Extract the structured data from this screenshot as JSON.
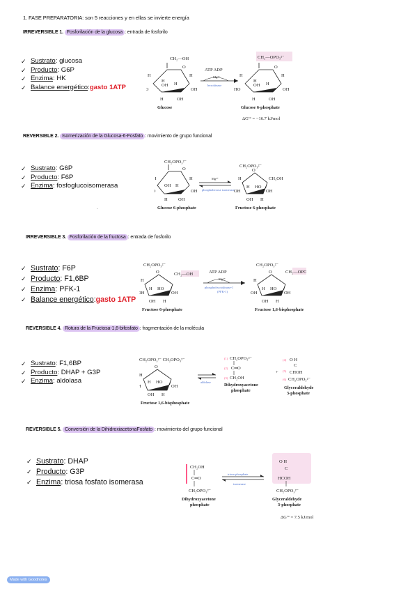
{
  "heading": "1.   FASE PREPARATORIA: son 5 reacciones y en ellas se invierte energía",
  "sections": [
    {
      "type": "IRREVERSIBLE 1.",
      "name": "Fosforilación de la glucosa",
      "desc": ": entrada de fosforilo",
      "items": [
        {
          "label": "Sustrato",
          "value": ": glucosa"
        },
        {
          "label": "Producto",
          "value": ": G6P"
        },
        {
          "label": "Enzima",
          "value": ": HK"
        },
        {
          "label": "Balance energético",
          "value": ": ",
          "red": "gasto 1ATP"
        }
      ],
      "diagram": {
        "substrate": "Glucose",
        "product": "Glucose 6-phosphate",
        "above": "ATP  ADP",
        "cofactor": "Mg²⁺",
        "enzyme": "hexokinase",
        "dg": "ΔG′° = −16.7 kJ/mol"
      }
    },
    {
      "type": "REVERSIBLE 2.",
      "name": "Isomerización de la Glucosa-6-Fosfato",
      "desc": ": movimiento de grupo funcional",
      "items": [
        {
          "label": "Sustrato",
          "value": ": G6P"
        },
        {
          "label": "Producto",
          "value": ": F6P"
        },
        {
          "label": "Enzima",
          "value": ": fosfoglucoisomerasa"
        }
      ],
      "diagram": {
        "substrate": "Glucose 6-phosphate",
        "product": "Fructose 6-phosphate",
        "cofactor": "Mg²⁺",
        "enzyme": "phosphohexose isomerase"
      }
    },
    {
      "type": "IRREVERSIBLE 3.",
      "name": "Fosforilación de la fructosa",
      "desc": ": entrada de fosforilo",
      "items": [
        {
          "label": "Sustrato",
          "value": ": F6P"
        },
        {
          "label": "Producto",
          "value": ": F1,6BP"
        },
        {
          "label": "Enzima",
          "value": ": PFK-1"
        },
        {
          "label": "Balance energético",
          "value": ": ",
          "red": "gasto 1ATP"
        }
      ],
      "diagram": {
        "substrate": "Fructose 6-phosphate",
        "product": "Fructose 1,6-bisphosphate",
        "above": "ATP  ADP",
        "cofactor": "Mg²⁺",
        "enzyme": "phosphofructokinase-1",
        "enzyme2": "(PFK-1)"
      }
    },
    {
      "type": "REVERSIBLE 4.",
      "name": "Rotura de la Fructosa-1,6-bifosfato",
      "desc": ": fragmentación de la molécula",
      "items": [
        {
          "label": "Sustrato",
          "value": ": F1,6BP"
        },
        {
          "label": "Producto",
          "value": ": DHAP + G3P"
        },
        {
          "label": "Enzima",
          "value": ": aldolasa"
        }
      ],
      "diagram": {
        "substrate": "Fructose 1,6-bisphosphate",
        "enzyme": "aldolase",
        "product1": "Dihydroxyacetone",
        "product1b": "phosphate",
        "product2": "Glyceraldehyde",
        "product2b": "3-phosphate"
      }
    },
    {
      "type": "REVERSIBLE 5.",
      "name": "Conversión de la DihidroxiacetonaFosfato",
      "desc": ": movimiento del grupo funcional",
      "items": [
        {
          "label": "Sustrato",
          "value": ": DHAP"
        },
        {
          "label": "Producto",
          "value": ": G3P"
        },
        {
          "label": "Enzima",
          "value": ": triosa fosfato isomerasa"
        }
      ],
      "diagram": {
        "substrate": "Dihydroxyacetone",
        "substrate2": "phosphate",
        "product": "Glyceraldehyde",
        "product2": "3-phosphate",
        "enzyme": "triose phosphate",
        "enzyme2": "isomerase",
        "dg": "ΔG′° = 7.5 kJ/mol"
      }
    }
  ],
  "footer": "Made with Goodnotes"
}
